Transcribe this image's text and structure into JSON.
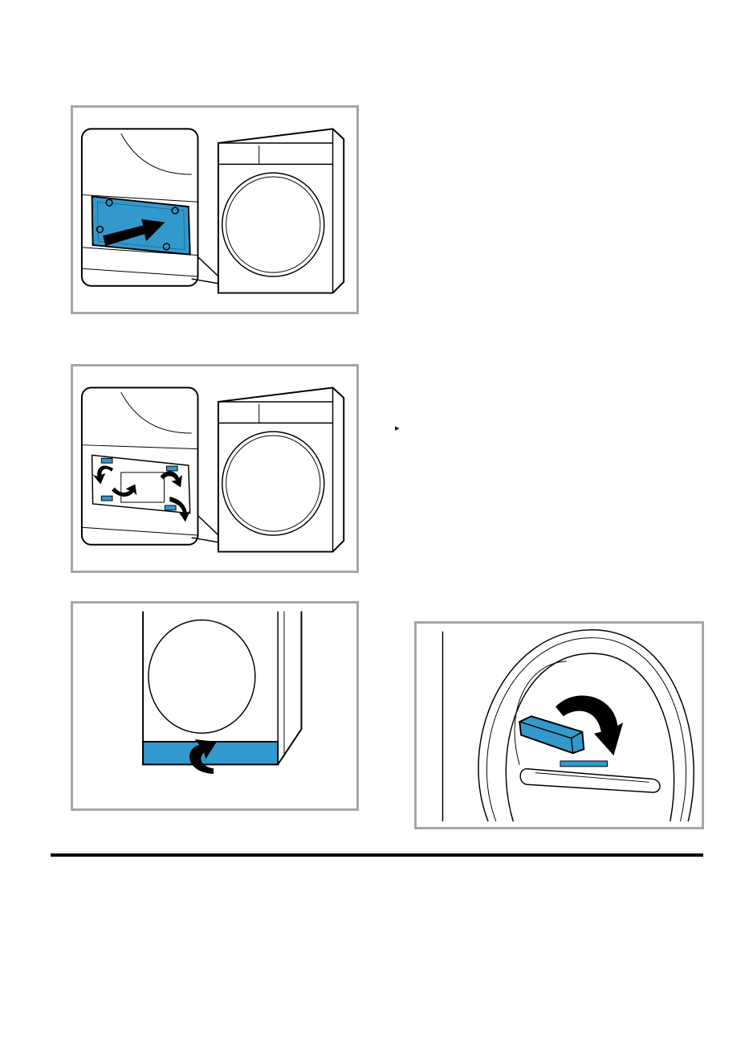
{
  "page": {
    "bullet_symbol": "▸"
  },
  "colors": {
    "accent_blue": "#3399cc",
    "frame_grey": "#a6a6a6",
    "line_black": "#000000"
  },
  "figures": [
    {
      "id": "fig1",
      "icon": "insert-cover-arrow-icon"
    },
    {
      "id": "fig2",
      "icon": "rotate-clips-arrows-icon"
    },
    {
      "id": "fig3",
      "icon": "flip-up-arrow-icon"
    },
    {
      "id": "fig4",
      "icon": "turn-handle-arrow-icon"
    }
  ]
}
